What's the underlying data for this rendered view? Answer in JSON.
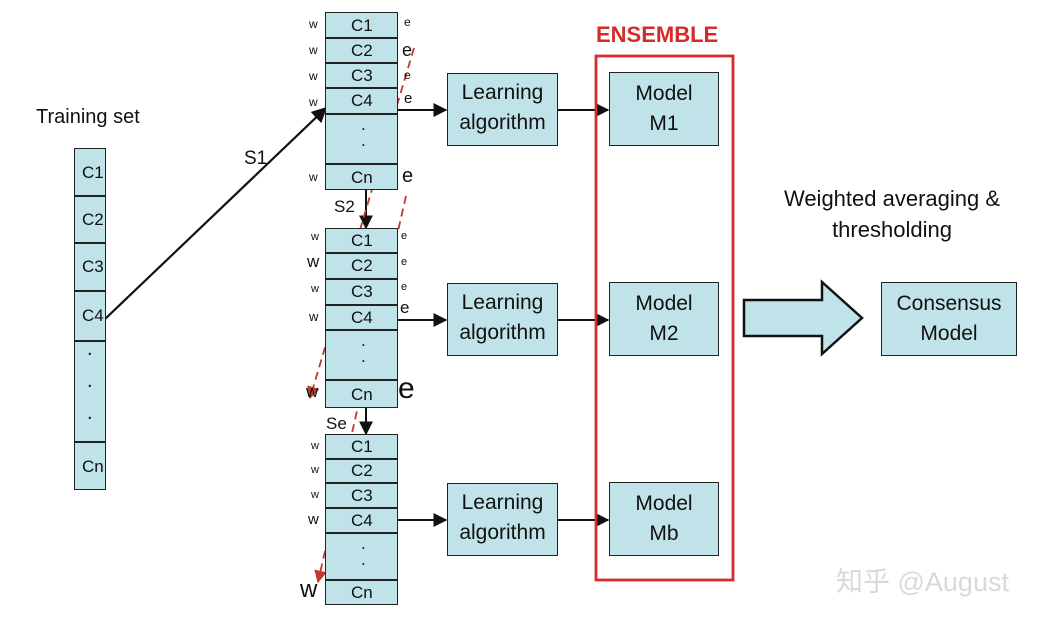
{
  "training_set": {
    "title": "Training set",
    "cells": [
      "C1",
      "C2",
      "C3",
      "C4",
      ".",
      ".",
      ".",
      "Cn"
    ]
  },
  "sample_labels": {
    "s1": "S1",
    "s2": "S2",
    "se": "Se"
  },
  "sample_cells": [
    "C1",
    "C2",
    "C3",
    "C4",
    "Cn"
  ],
  "weight_label": "w",
  "error_label": "e",
  "dots": ".",
  "learning_algorithm": "Learning algorithm",
  "ensemble_title": "ENSEMBLE",
  "models": [
    {
      "line1": "Model",
      "line2": "M1"
    },
    {
      "line1": "Model",
      "line2": "M2"
    },
    {
      "line1": "Model",
      "line2": "Mb"
    }
  ],
  "aggregation_label": "Weighted averaging & thresholding",
  "consensus": {
    "line1": "Consensus",
    "line2": "Model"
  },
  "watermark": "知乎 @August",
  "colors": {
    "box_fill": "#bfe3e8",
    "ensemble_red": "#d62b2b",
    "stroke": "#222222"
  }
}
